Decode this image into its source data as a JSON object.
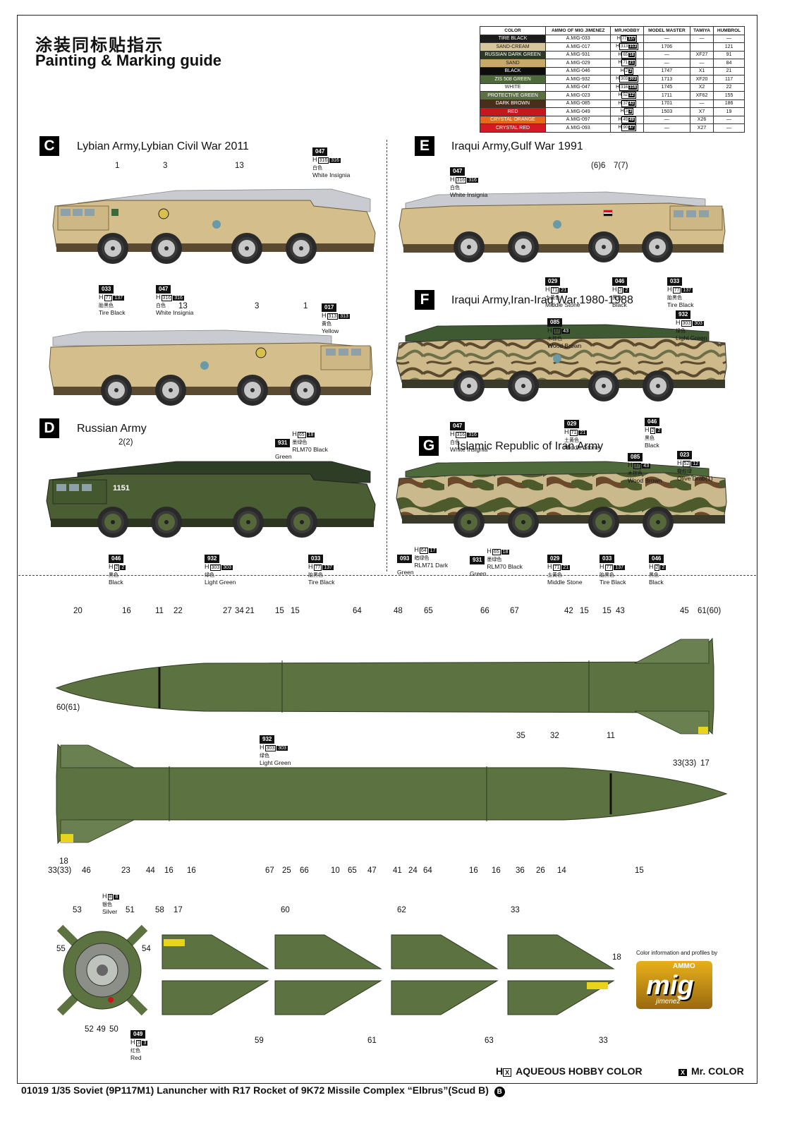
{
  "header": {
    "title_cn": "涂装同标贴指示",
    "title_en": "Painting & Marking guide"
  },
  "color_table": {
    "headers": [
      "COLOR",
      "AMMO OF MIG JIMENEZ",
      "MR.HOBBY",
      "MODEL MASTER",
      "TAMIYA",
      "HUMBROL"
    ],
    "rows": [
      {
        "name": "TIRE BLACK",
        "swatch": "#1c1c1c",
        "text": "#ffffff",
        "ammo": "A.MIG-033",
        "h": "77",
        "mr": "137",
        "mm": "—",
        "tamiya": "—",
        "humbrol": "—"
      },
      {
        "name": "SAND-CREAM",
        "swatch": "#d7c69b",
        "text": "#222222",
        "ammo": "A.MIG-017",
        "h": "313",
        "mr": "313",
        "mm": "1706",
        "tamiya": "",
        "humbrol": "121"
      },
      {
        "name": "RUSSIAN DARK GREEN",
        "swatch": "#2f3a26",
        "text": "#ffffff",
        "ammo": "A.MIG-931",
        "h": "65",
        "mr": "18",
        "mm": "—",
        "tamiya": "XF27",
        "humbrol": "91"
      },
      {
        "name": "SAND",
        "swatch": "#c9a86a",
        "text": "#222222",
        "ammo": "A.MIG-029",
        "h": "71",
        "mr": "21",
        "mm": "—",
        "tamiya": "—",
        "humbrol": "84"
      },
      {
        "name": "BLACK",
        "swatch": "#0d0d0d",
        "text": "#ffffff",
        "ammo": "A.MIG-046",
        "h": "2",
        "mr": "2",
        "mm": "1747",
        "tamiya": "X1",
        "humbrol": "21"
      },
      {
        "name": "ZIS 508 GREEN",
        "swatch": "#4f6a3a",
        "text": "#ffffff",
        "ammo": "A.MIG-932",
        "h": "303",
        "mr": "303",
        "mm": "1713",
        "tamiya": "XF20",
        "humbrol": "117"
      },
      {
        "name": "WHITE",
        "swatch": "#ffffff",
        "text": "#222222",
        "ammo": "A.MIG-047",
        "h": "316",
        "mr": "316",
        "mm": "1745",
        "tamiya": "X2",
        "humbrol": "22"
      },
      {
        "name": "PROTECTIVE GREEN",
        "swatch": "#5d7040",
        "text": "#ffffff",
        "ammo": "A.MIG-023",
        "h": "52",
        "mr": "12",
        "mm": "1711",
        "tamiya": "XF62",
        "humbrol": "155"
      },
      {
        "name": "DARK BROWN",
        "swatch": "#4a2e1a",
        "text": "#ffffff",
        "ammo": "A.MIG-085",
        "h": "37",
        "mr": "43",
        "mm": "1701",
        "tamiya": "—",
        "humbrol": "186"
      },
      {
        "name": "RED",
        "swatch": "#c8161b",
        "text": "#ffffff",
        "ammo": "A.MIG-049",
        "h": "3",
        "mr": "3",
        "mm": "1503",
        "tamiya": "X7",
        "humbrol": "19"
      },
      {
        "name": "CRYSTAL ORANGE",
        "swatch": "#e86a12",
        "text": "#ffffff",
        "ammo": "A.MIG-097",
        "h": "49",
        "mr": "49",
        "mm": "—",
        "tamiya": "X26",
        "humbrol": "—"
      },
      {
        "name": "CRYSTAL RED",
        "swatch": "#d61a24",
        "text": "#ffffff",
        "ammo": "A.MIG-093",
        "h": "90",
        "mr": "47",
        "mm": "—",
        "tamiya": "X27",
        "humbrol": "—"
      }
    ]
  },
  "sections": {
    "C": {
      "letter": "C",
      "title": "Lybian Army,Lybian Civil War 2011"
    },
    "D": {
      "letter": "D",
      "title": "Russian Army"
    },
    "E": {
      "letter": "E",
      "title": "Iraqui Army,Gulf War 1991"
    },
    "F": {
      "letter": "F",
      "title": "Iraqui Army,Iran-Iraq War,1980-1988"
    },
    "G": {
      "letter": "G",
      "title": "Islamic Republic of Iran Army"
    }
  },
  "callouts": {
    "c_white": {
      "h": "316",
      "mr": "316",
      "zh": "白色",
      "en": "White Insignia",
      "code": "047"
    },
    "c_tire": {
      "h": "77",
      "mr": "137",
      "zh": "胎黑色",
      "en": "Tire Black",
      "code": "033"
    },
    "c_white2": {
      "h": "316",
      "mr": "316",
      "zh": "白色",
      "en": "White Insignia",
      "code": "047"
    },
    "c_yellow": {
      "h": "313",
      "mr": "313",
      "zh": "黄色",
      "en": "Yellow",
      "code": "017"
    },
    "e_white": {
      "h": "316",
      "mr": "316",
      "zh": "白色",
      "en": "White Insignia",
      "code": "047"
    },
    "e_stone": {
      "h": "71",
      "mr": "21",
      "zh": "土黄色",
      "en": "Middle Stone",
      "code": "029"
    },
    "e_black": {
      "h": "2",
      "mr": "2",
      "zh": "黑色",
      "en": "Black",
      "code": "046"
    },
    "e_tire": {
      "h": "77",
      "mr": "137",
      "zh": "胎黑色",
      "en": "Tire Black",
      "code": "033"
    },
    "f_brown": {
      "h": "37",
      "mr": "43",
      "zh": "木棕色",
      "en": "Wood Brown",
      "code": "085"
    },
    "f_lgreen": {
      "h": "303",
      "mr": "303",
      "zh": "绿色",
      "en": "Light Green",
      "code": "932"
    },
    "f_white": {
      "h": "316",
      "mr": "316",
      "zh": "白色",
      "en": "White Insignia",
      "code": "047"
    },
    "f_stone": {
      "h": "71",
      "mr": "21",
      "zh": "土黄色",
      "en": "Middle Stone",
      "code": "029"
    },
    "f_black": {
      "h": "2",
      "mr": "2",
      "zh": "黑色",
      "en": "Black",
      "code": "046"
    },
    "d_rlm70": {
      "h": "65",
      "mr": "18",
      "zh": "墨绿色",
      "en": "RLM70 Black Green",
      "code": "931"
    },
    "d_black": {
      "h": "2",
      "mr": "2",
      "zh": "黑色",
      "en": "Black",
      "code": "046"
    },
    "d_lgreen": {
      "h": "303",
      "mr": "303",
      "zh": "绿色",
      "en": "Light Green",
      "code": "932"
    },
    "d_tire": {
      "h": "77",
      "mr": "137",
      "zh": "胎黑色",
      "en": "Tire Black",
      "code": "033"
    },
    "g_brown": {
      "h": "37",
      "mr": "43",
      "zh": "木棕色",
      "en": "Wood Brown",
      "code": "085"
    },
    "g_olive": {
      "h": "52",
      "mr": "12",
      "zh": "橄榄绿",
      "en": "Olive Drab(1)",
      "code": "023"
    },
    "g_rlm71": {
      "h": "64",
      "mr": "17",
      "zh": "暗绿色",
      "en": "RLM71 Dark Green",
      "code": "093"
    },
    "g_rlm70": {
      "h": "65",
      "mr": "18",
      "zh": "墨绿色",
      "en": "RLM70 Black Green",
      "code": "931"
    },
    "g_stone": {
      "h": "71",
      "mr": "21",
      "zh": "土黄色",
      "en": "Middle Stone",
      "code": "029"
    },
    "g_tire": {
      "h": "77",
      "mr": "137",
      "zh": "胎黑色",
      "en": "Tire Black",
      "code": "033"
    },
    "g_black": {
      "h": "2",
      "mr": "2",
      "zh": "黑色",
      "en": "Black",
      "code": "046"
    },
    "m_lgreen": {
      "h": "303",
      "mr": "303",
      "zh": "绿色",
      "en": "Light Green",
      "code": "932"
    },
    "m_silver": {
      "h": "8",
      "mr": "8",
      "zh": "银色",
      "en": "Silver",
      "code": ""
    },
    "m_red": {
      "h": "3",
      "mr": "3",
      "zh": "红色",
      "en": "Red",
      "code": "049"
    }
  },
  "part_numbers": {
    "c_top": [
      "1",
      "3",
      "13"
    ],
    "c_bottom": [
      "13",
      "3",
      "1"
    ],
    "d_top": [
      "2(2)"
    ],
    "e_top": [
      "(6)6",
      "7(7)"
    ],
    "missile_top": [
      "20",
      "16",
      "11",
      "22",
      "27",
      "34",
      "21",
      "15",
      "15",
      "64",
      "48",
      "65",
      "66",
      "67",
      "42",
      "15",
      "15",
      "43",
      "45",
      "61(60)"
    ],
    "missile_top_side": [
      "60(61)",
      "33(33)",
      "17"
    ],
    "missile_bottom_top": [
      "35",
      "32",
      "11"
    ],
    "missile_bottom": [
      "18",
      "33(33)",
      "46",
      "23",
      "44",
      "16",
      "16",
      "67",
      "25",
      "66",
      "10",
      "65",
      "47",
      "41",
      "24",
      "64",
      "16",
      "16",
      "36",
      "26",
      "14",
      "15"
    ],
    "base": [
      "53",
      "51",
      "55",
      "54",
      "52",
      "49",
      "50"
    ],
    "fins_top": [
      "58",
      "17",
      "60",
      "62",
      "33",
      "18"
    ],
    "fins_bottom": [
      "59",
      "61",
      "63",
      "33"
    ]
  },
  "vehicle_text": {
    "russian_number": "1151"
  },
  "logo": {
    "caption": "Color information and profiles by",
    "brand": "mig",
    "sub": "jimenez",
    "ammo": "AMMO"
  },
  "legend": {
    "h_symbol": "H",
    "h_box": "X",
    "aqueous": "AQUEOUS HOBBY COLOR",
    "mr_box": "X",
    "mr": "Mr. COLOR"
  },
  "footer": {
    "text": "01019 1/35  Soviet (9P117M1) Lanuncher with R17 Rocket of 9K72 Missile Complex “Elbrus”(Scud B)",
    "badge": "B"
  }
}
